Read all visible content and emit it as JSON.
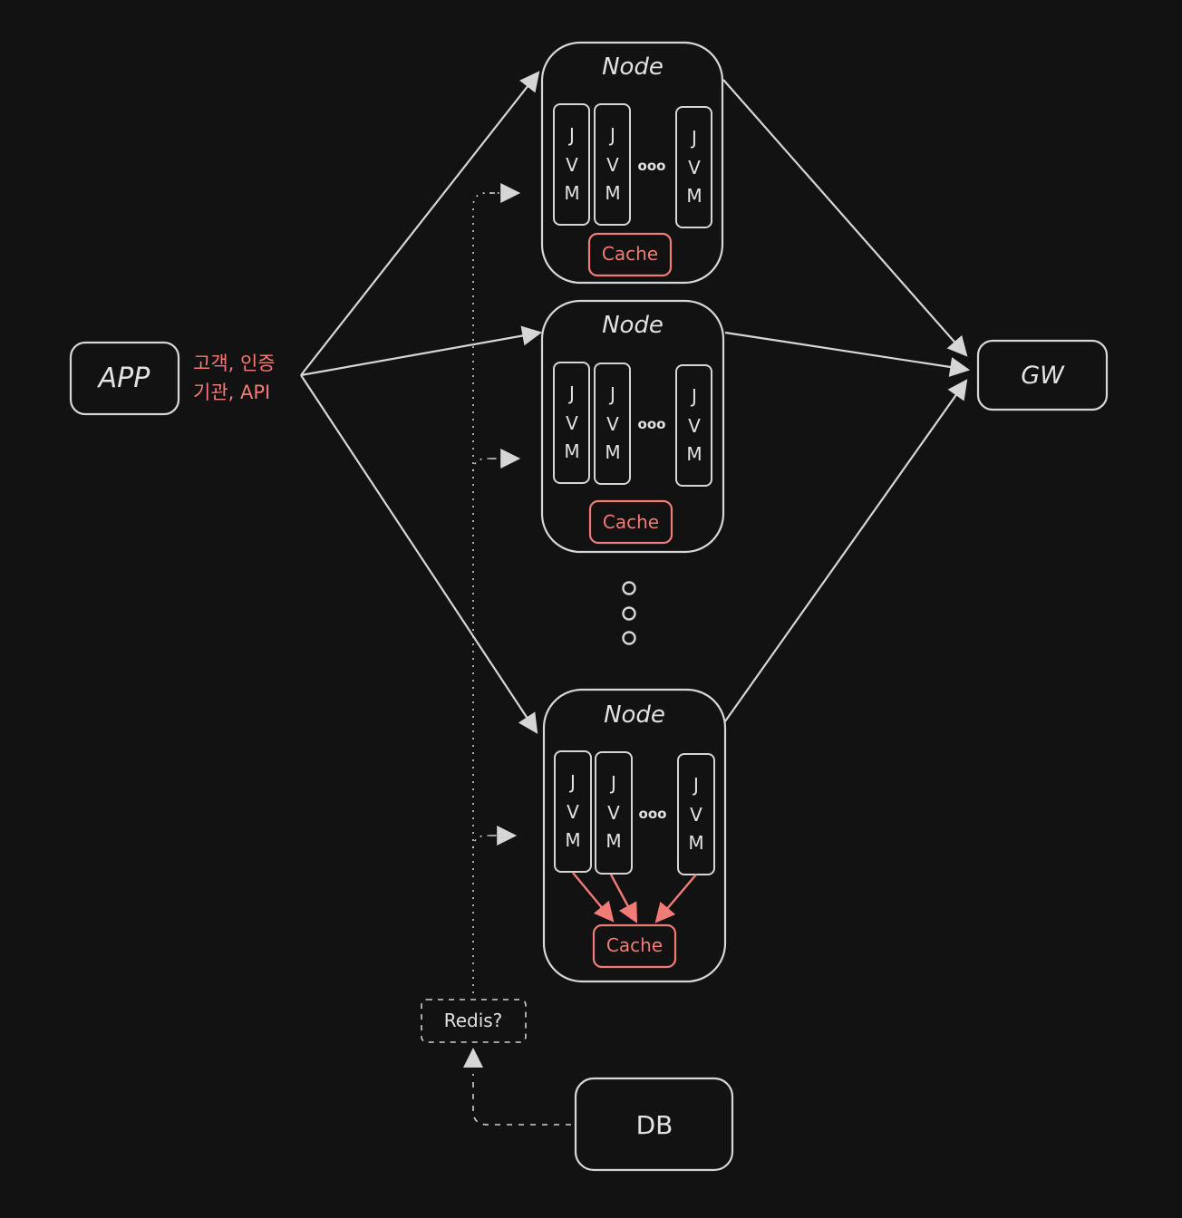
{
  "colors": {
    "background": "#121212",
    "stroke": "#d6d6d6",
    "accent": "#f07b77"
  },
  "app": {
    "label": "APP"
  },
  "annotation": {
    "line1": "고객, 인증",
    "line2": "기관, API"
  },
  "gateway": {
    "label": "GW"
  },
  "database": {
    "label": "DB"
  },
  "redis": {
    "label": "Redis?"
  },
  "nodes": [
    {
      "title": "Node",
      "jvm": [
        "J",
        "V",
        "M"
      ],
      "ellipsis": "ooo",
      "cache": "Cache"
    },
    {
      "title": "Node",
      "jvm": [
        "J",
        "V",
        "M"
      ],
      "ellipsis": "ooo",
      "cache": "Cache"
    },
    {
      "title": "Node",
      "jvm": [
        "J",
        "V",
        "M"
      ],
      "ellipsis": "ooo",
      "cache": "Cache"
    }
  ],
  "more_nodes_icon": "vertical-ellipsis-circles"
}
